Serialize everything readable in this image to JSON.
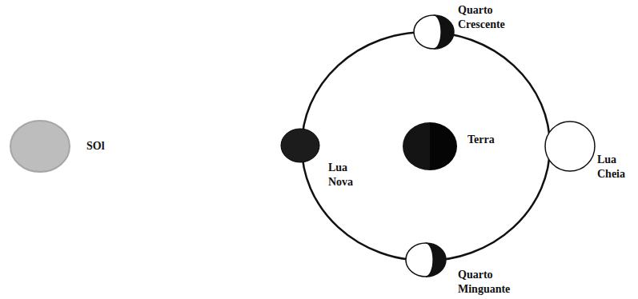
{
  "diagram": {
    "nodes": [
      {
        "text": [
          "SOl"
        ]
      },
      {
        "text": [
          "Quarto Crescente"
        ]
      },
      {
        "text": [
          "Lua Nova"
        ]
      },
      {
        "text": [
          "Terra"
        ]
      },
      {
        "text": [
          "Lua Cheia"
        ]
      },
      {
        "text": [
          "Quarto Minguante"
        ]
      }
    ]
  }
}
